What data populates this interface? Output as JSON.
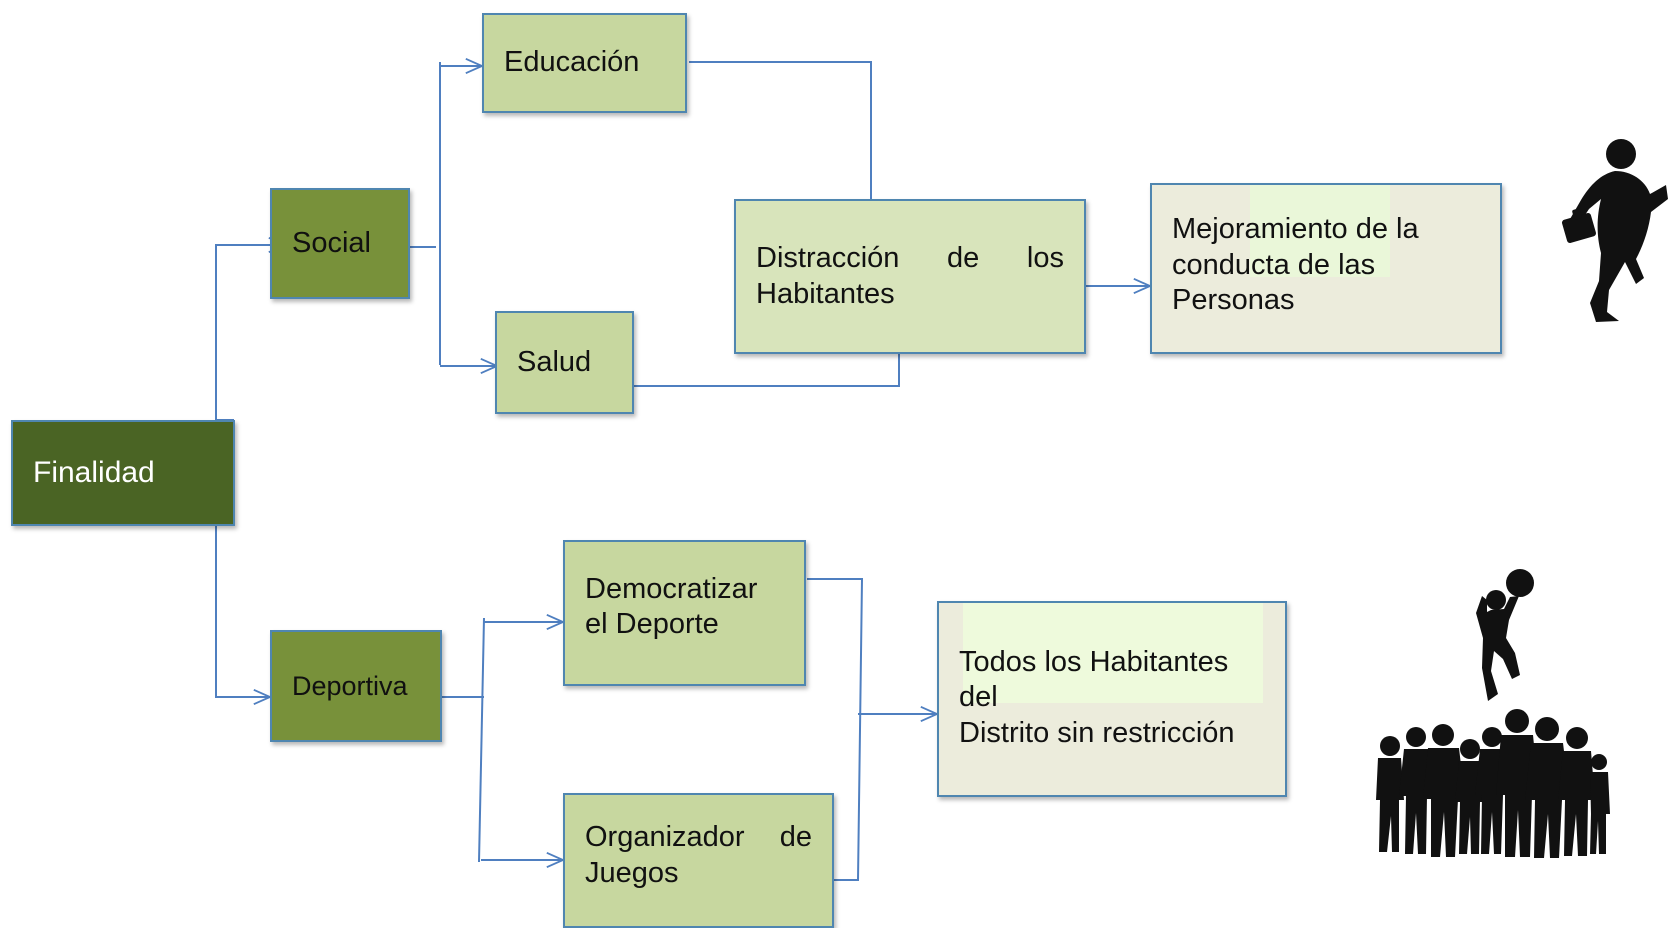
{
  "nodes": {
    "finalidad": "Finalidad",
    "social": "Social",
    "deportiva": "Deportiva",
    "educacion": "Educación",
    "salud": "Salud",
    "distraccion_line1": "Distracción de los",
    "distraccion_line2": "Habitantes",
    "mejoramiento_line1": "Mejoramiento de la",
    "mejoramiento_line2": "conducta de las",
    "mejoramiento_line3": "Personas",
    "democratizar_line1": "Democratizar",
    "democratizar_line2": "el Deporte",
    "organizador_line1": "Organizador de",
    "organizador_line2": "Juegos",
    "todos_line1": "Todos los Habitantes",
    "todos_line2": "del",
    "todos_line3": "Distrito sin restricción"
  },
  "colors": {
    "connector": "#4f7fc0",
    "dark_green": "#4a6424",
    "mid_green": "#78913a",
    "light_green": "#c7d79f",
    "pale_green": "#d8e4bb",
    "pale_gray": "#ececdc"
  },
  "icons": [
    "running-businessman-icon",
    "basketball-player-icon",
    "group-of-people-icon"
  ]
}
